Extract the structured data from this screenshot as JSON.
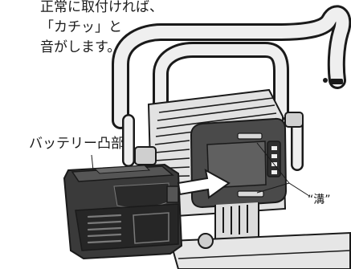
{
  "note": {
    "line1": "正常に取付ければ、",
    "line2": "「カチッ」と",
    "line3": "音がします。"
  },
  "labels": {
    "battery": "バッテリー凸部",
    "groove": "“溝”"
  },
  "colors": {
    "outline": "#1a1a1a",
    "battery_body": "#3a3a3a",
    "battery_dark": "#262626",
    "light_body": "#e2e2e2",
    "plate": "#4a4a4a"
  }
}
